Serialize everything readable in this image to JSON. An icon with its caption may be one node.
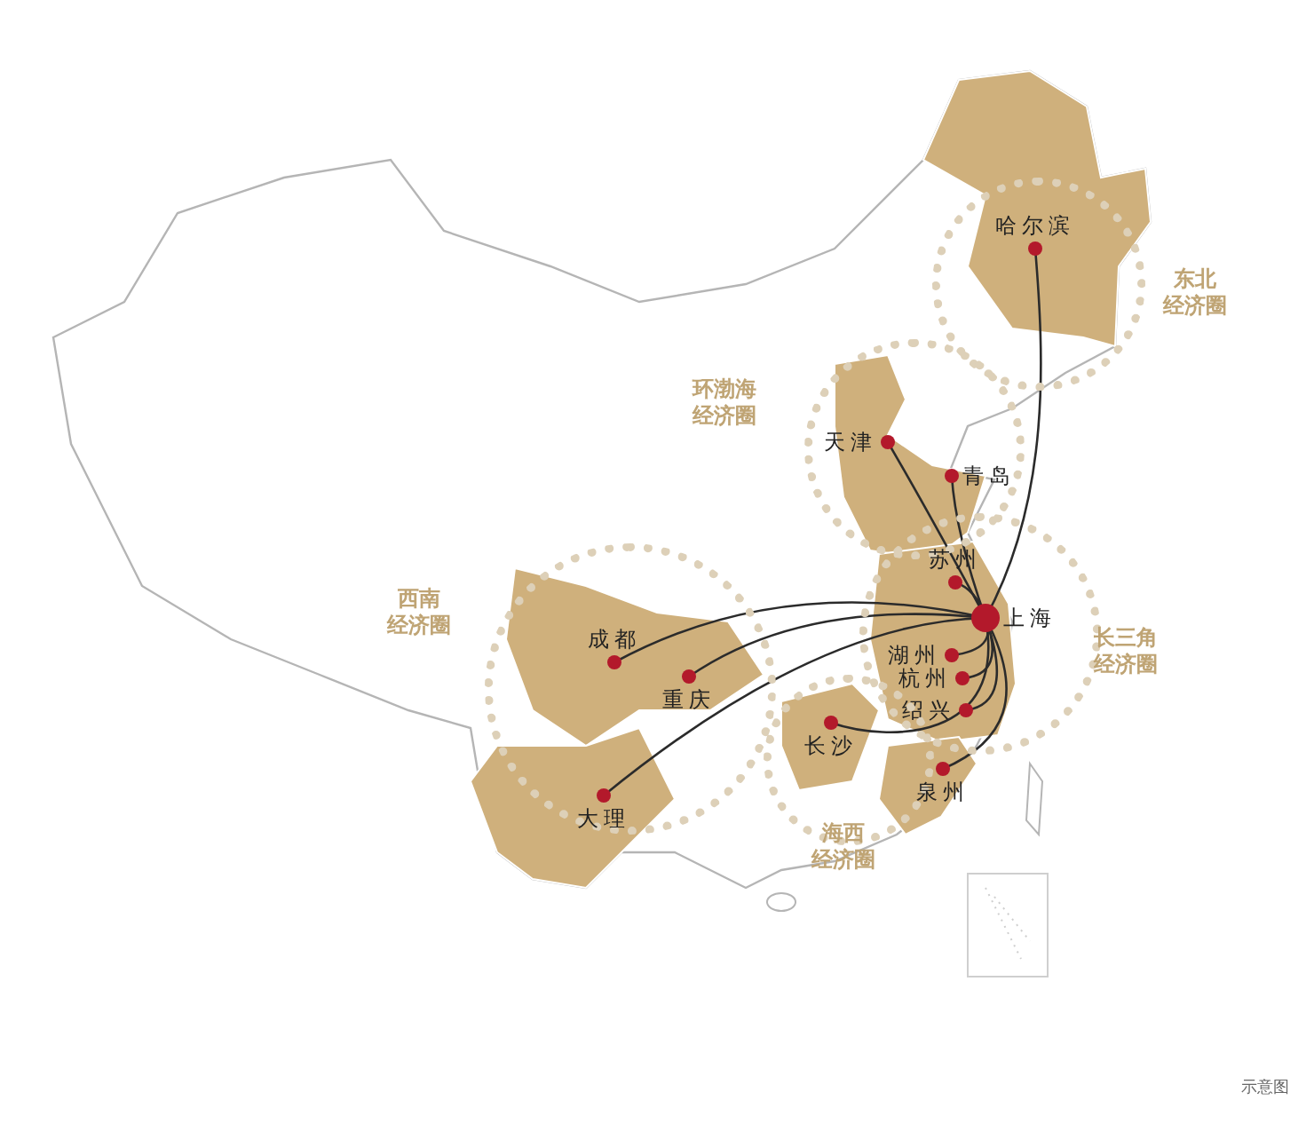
{
  "diagram": {
    "nodes": [
      {
        "text": [],
        "shape": "circle",
        "beside": [
          "东北经济圈"
        ]
      },
      {
        "text": [
          "哈尔滨"
        ],
        "in": 0
      },
      {
        "text": [],
        "shape": "circle",
        "beside": [
          "环渤海经济圈"
        ]
      },
      {
        "text": [
          "天津"
        ],
        "in": 2
      },
      {
        "text": [
          "青岛"
        ],
        "in": 2
      },
      {
        "text": [],
        "shape": "circle",
        "beside": [
          "西南经济圈"
        ]
      },
      {
        "text": [
          "成都"
        ],
        "in": 5
      },
      {
        "text": [
          "重庆"
        ],
        "in": 5
      },
      {
        "text": [
          "大理"
        ],
        "in": 5
      },
      {
        "text": [],
        "shape": "circle",
        "beside": [
          "长三角经济圈"
        ]
      },
      {
        "text": [
          "苏州"
        ],
        "in": 9
      },
      {
        "text": [
          "上海"
        ],
        "in": 9
      },
      {
        "text": [
          "湖州"
        ],
        "in": 9
      },
      {
        "text": [
          "杭州"
        ],
        "in": 9
      },
      {
        "text": [
          "绍兴"
        ],
        "in": 9
      },
      {
        "text": [],
        "shape": "circle",
        "beside": [
          "海西经济圈"
        ]
      },
      {
        "text": [
          "长沙"
        ],
        "in": 15
      },
      {
        "text": [
          "泉州"
        ]
      }
    ],
    "edges": [
      {
        "from": 11,
        "to": 1,
        "arrow": "none"
      },
      {
        "from": 11,
        "to": 3,
        "arrow": "none"
      },
      {
        "from": 11,
        "to": 4,
        "arrow": "none"
      },
      {
        "from": 11,
        "to": 10,
        "arrow": "none"
      },
      {
        "from": 11,
        "to": 6,
        "arrow": "none"
      },
      {
        "from": 11,
        "to": 7,
        "arrow": "none"
      },
      {
        "from": 11,
        "to": 8,
        "arrow": "none"
      },
      {
        "from": 11,
        "to": 12,
        "arrow": "none"
      },
      {
        "from": 11,
        "to": 13,
        "arrow": "none"
      },
      {
        "from": 11,
        "to": 14,
        "arrow": "none"
      },
      {
        "from": 11,
        "to": 16,
        "arrow": "none"
      },
      {
        "from": 11,
        "to": 17,
        "arrow": "none"
      }
    ],
    "labels": [
      "示意图"
    ]
  }
}
